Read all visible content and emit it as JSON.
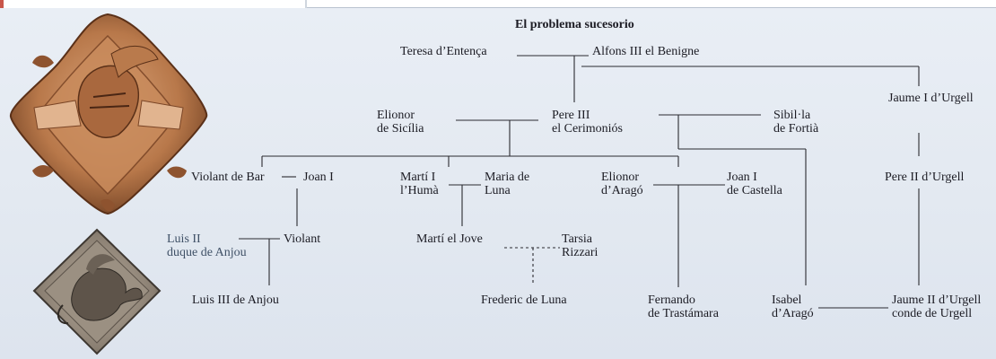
{
  "diagram": {
    "title": "El problema sucesorio",
    "people": {
      "teresa": "Teresa d’Entença",
      "alfons": "Alfons III el Benigne",
      "jaume1": "Jaume I d’Urgell",
      "elionor_sicilia": [
        "Elionor",
        "de Sicília"
      ],
      "pere3": [
        "Pere III",
        "el Cerimoniós"
      ],
      "sibilla": [
        "Sibil·la",
        "de Fortià"
      ],
      "violant_bar": "Violant de Bar",
      "joan1": "Joan I",
      "marti1": [
        "Martí I",
        "l’Humà"
      ],
      "maria_luna": [
        "Maria de",
        "Luna"
      ],
      "elionor_arago": [
        "Elionor",
        "d’Aragó"
      ],
      "joan_castella": [
        "Joan I",
        "de Castella"
      ],
      "pere2_urgell": "Pere II d’Urgell",
      "luis2": [
        "Luis II",
        "duque de Anjou"
      ],
      "violant": "Violant",
      "marti_jove": "Martí el Jove",
      "tarsia": [
        "Tarsia",
        "Rizzari"
      ],
      "luis3": "Luis III de Anjou",
      "frederic": "Frederic de Luna",
      "fernando": [
        "Fernando",
        "de Trastámara"
      ],
      "isabel": [
        "Isabel",
        "d’Aragó"
      ],
      "jaume2": [
        "Jaume II d’Urgell",
        "conde de Urgell"
      ]
    }
  },
  "images": [
    {
      "name": "carved-heraldic-boss",
      "kind": "stone relief with helmet and banners"
    },
    {
      "name": "dragon-relief-tile",
      "kind": "stone relief with winged dragon"
    }
  ],
  "colors": {
    "background": "#e6ebf2",
    "ink": "#1c1c24",
    "stone_light": "#c98b5c",
    "stone_dark": "#6e3f22",
    "tile_grey": "#8a7f72"
  }
}
